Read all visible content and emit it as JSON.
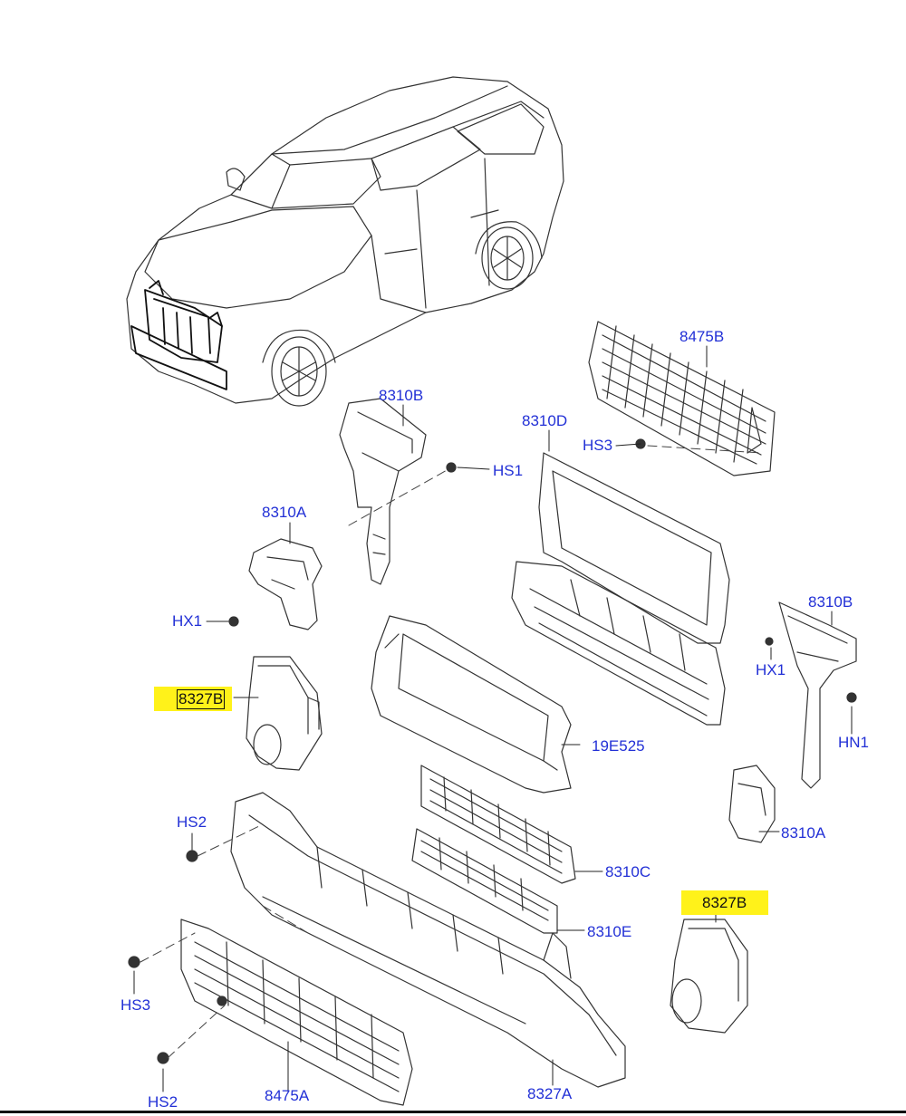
{
  "labels": {
    "b8475B": "8475B",
    "b8310B_top": "8310B",
    "b8310D": "8310D",
    "hs3_top": "HS3",
    "hs1": "HS1",
    "b8310A_left": "8310A",
    "hx1_left": "HX1",
    "b8310B_right": "8310B",
    "hx1_right": "HX1",
    "hn1": "HN1",
    "b8327B_left": "8327B",
    "b19E525": "19E525",
    "hs2_top": "HS2",
    "b8310A_right": "8310A",
    "b8310C": "8310C",
    "b8327B_right": "8327B",
    "b8310E": "8310E",
    "hs3_bottom": "HS3",
    "hs2_bottom": "HS2",
    "b8475A": "8475A",
    "b8327A": "8327A"
  },
  "colors": {
    "label": "#2230d6",
    "highlight": "#fff21a",
    "line": "#222222"
  }
}
